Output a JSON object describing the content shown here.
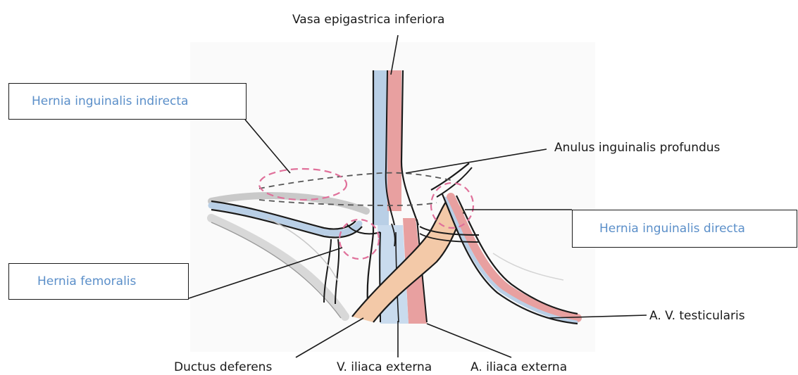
{
  "labels": {
    "vasa_epigastrica": "Vasa epigastrica inferiora",
    "hernia_indirecta": "Hernia inguinalis indirecta",
    "anulus_profundus": "Anulus inguinalis profundus",
    "hernia_directa": "Hernia inguinalis directa",
    "hernia_femoralis": "Hernia femoralis",
    "testicularis": "A. V. testicularis",
    "ductus_deferens": "Ductus deferens",
    "v_iliaca": "V. iliaca externa",
    "a_iliaca": "A. iliaca externa"
  },
  "colors": {
    "outline": "#1a1a1a",
    "hernia_label": "#5b8fc9",
    "hernia_circle": "#e0709a",
    "artery": "#e8a0a0",
    "vein": "#b9cfe6",
    "ductus": "#f3c9a8",
    "fascia": "#d4d4d4"
  }
}
